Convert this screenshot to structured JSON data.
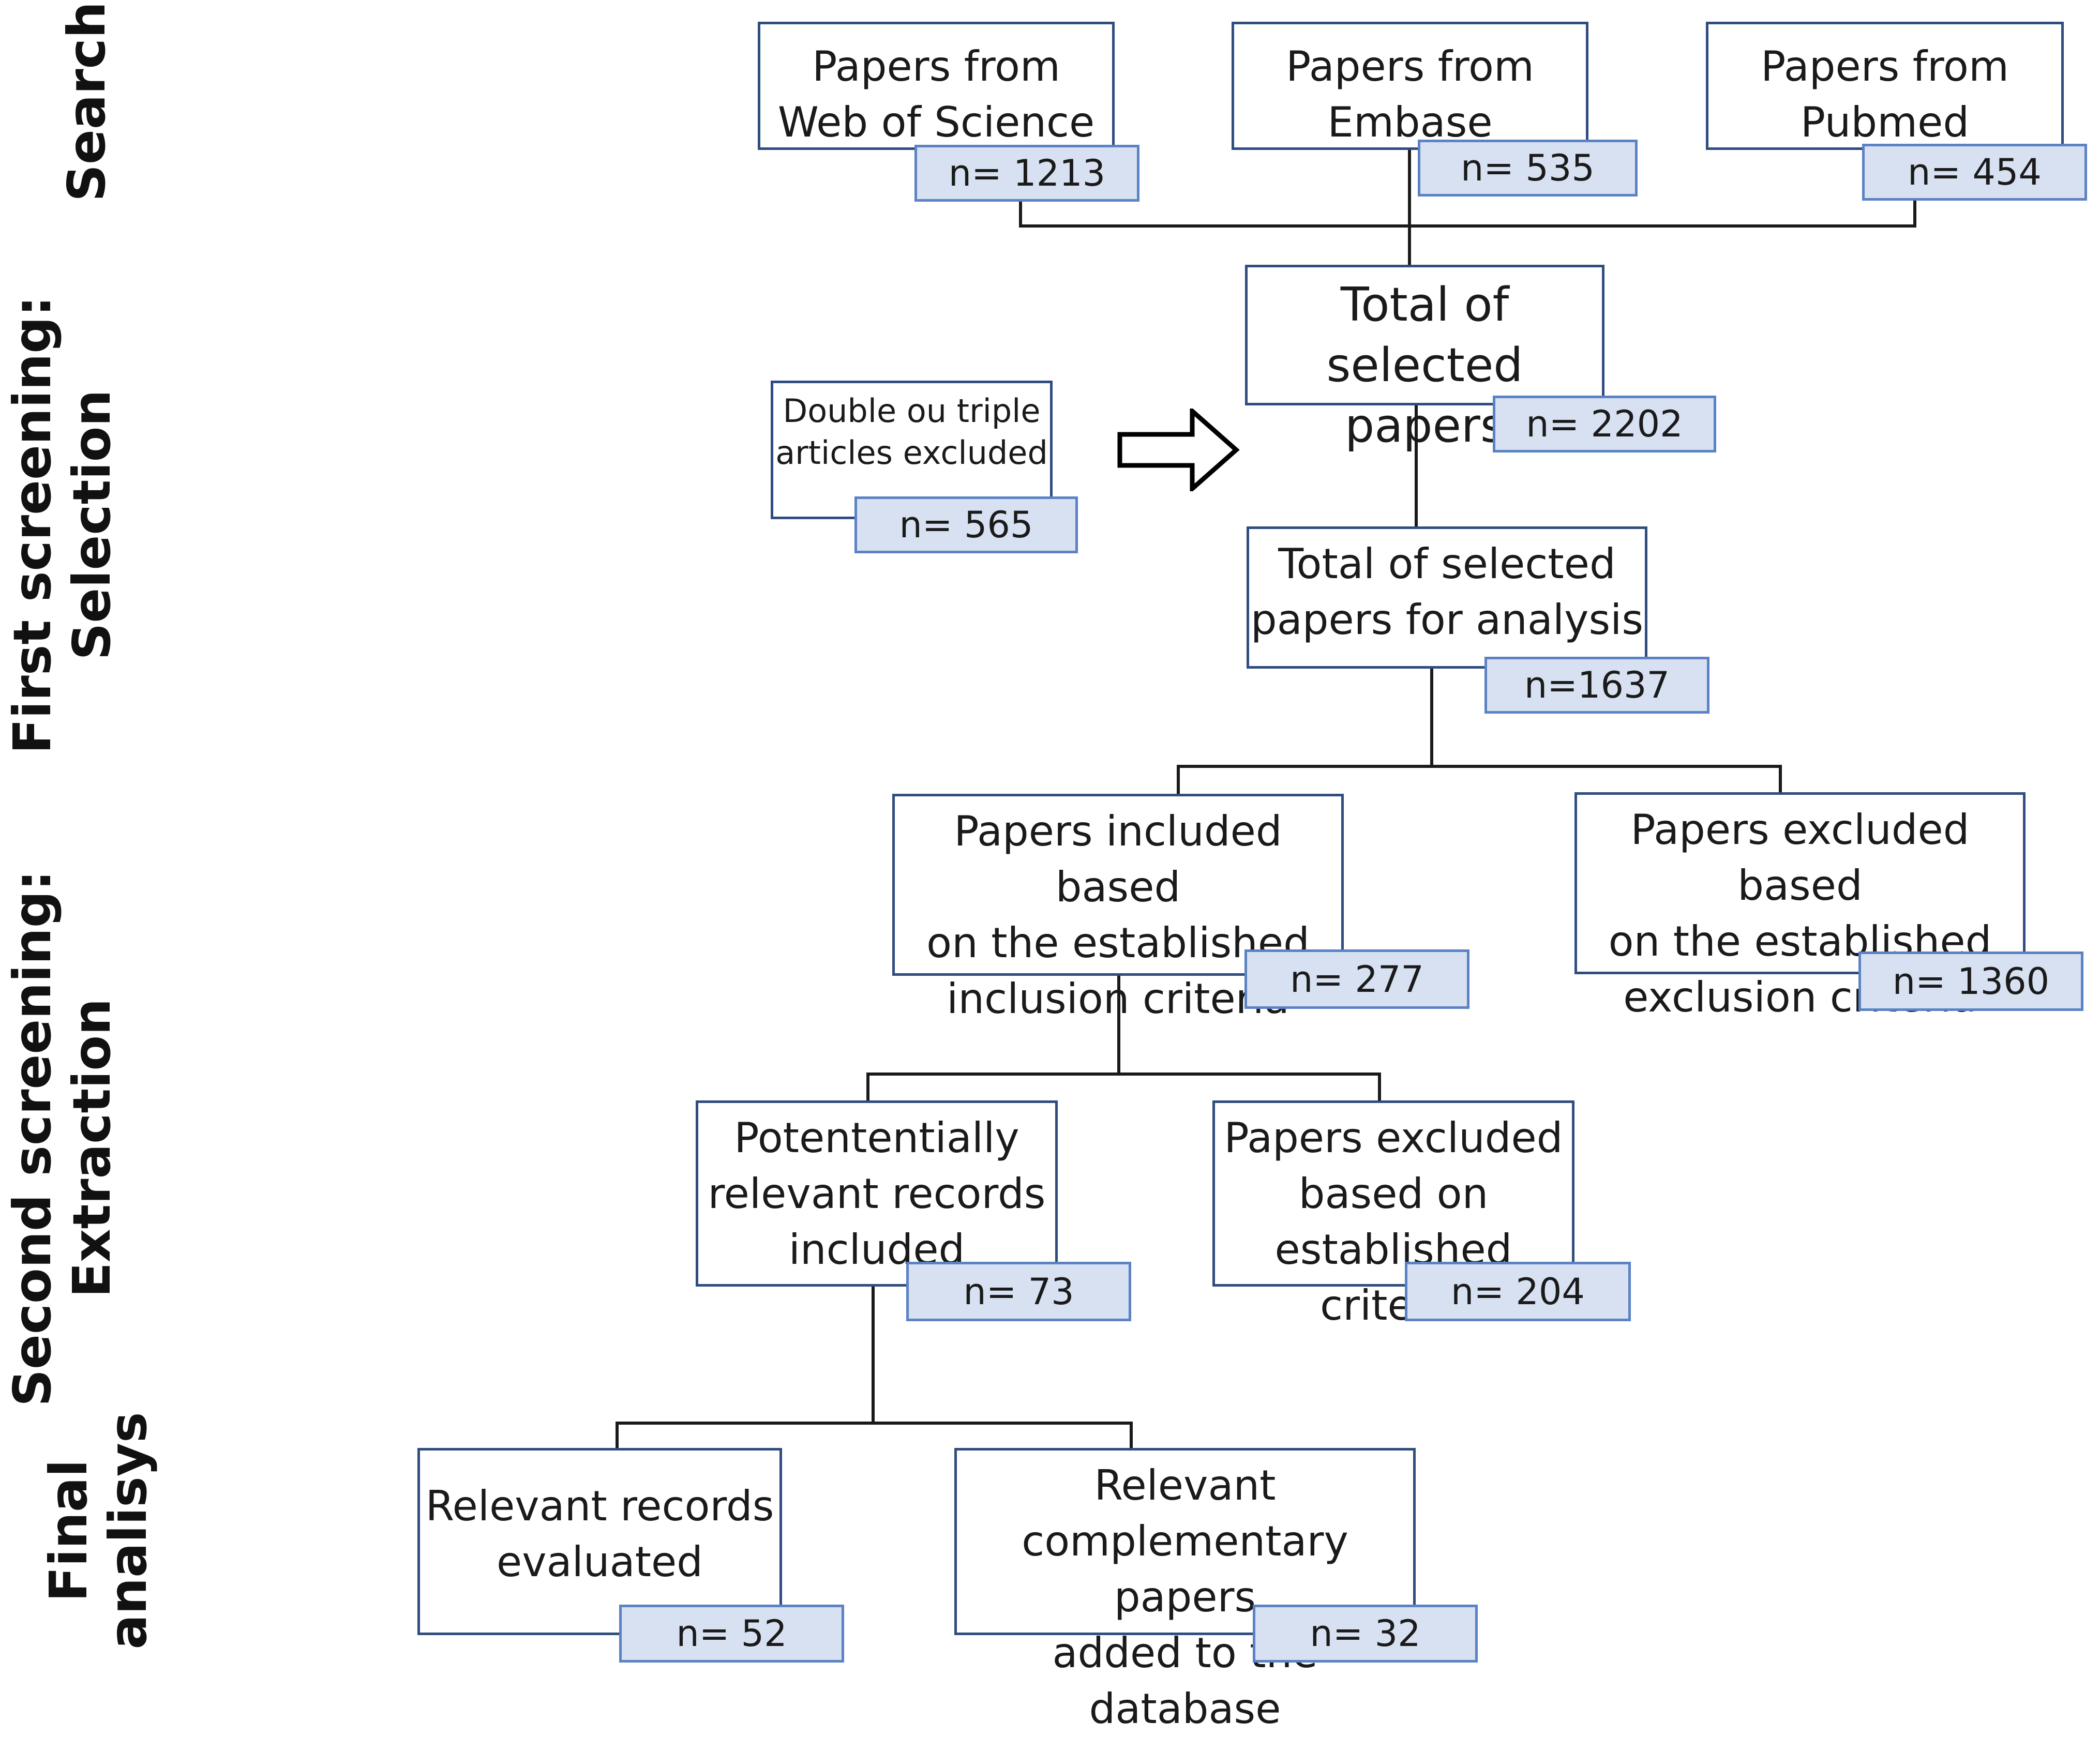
{
  "stages": {
    "search": "Search",
    "selection_line1": "First screening:",
    "selection_line2": "Selection",
    "extraction_line1": "Second screening:",
    "extraction_line2": "Extraction",
    "final_line1": "Final",
    "final_line2": "analisys"
  },
  "search": {
    "wos": {
      "line1": "Papers from",
      "line2": "Web of Science",
      "count": "n= 1213"
    },
    "embase": {
      "line1": "Papers from",
      "line2": "Embase",
      "count": "n= 535"
    },
    "pubmed": {
      "line1": "Papers from",
      "line2": "Pubmed",
      "count": "n= 454"
    }
  },
  "selection": {
    "total": {
      "line1": "Total of",
      "line2": "selected papers",
      "count": "n= 2202"
    },
    "duplicates": {
      "line1": "Double ou triple",
      "line2": "articles excluded",
      "count": "n= 565"
    },
    "analysis": {
      "line1": "Total of selected",
      "line2": "papers for analysis",
      "count": "n=1637"
    }
  },
  "extraction": {
    "included": {
      "line1": "Papers included based",
      "line2": "on the established",
      "line3": "inclusion criteria",
      "count": "n= 277"
    },
    "excluded": {
      "line1": "Papers excluded based",
      "line2": "on the established",
      "line3": "exclusion criteria",
      "count": "n= 1360"
    },
    "relevant": {
      "line1": "Potententially",
      "line2": "relevant records",
      "line3": "included",
      "count": "n= 73"
    },
    "excluded2": {
      "line1": "Papers excluded",
      "line2": "based on",
      "line3": "established criteria",
      "count": "n= 204"
    }
  },
  "final": {
    "evaluated": {
      "line1": "Relevant records",
      "line2": "evaluated",
      "count": "n= 52"
    },
    "complementary": {
      "line1": "Relevant",
      "line2": "complementary papers",
      "line3": "added to the database",
      "count": "n= 32"
    }
  }
}
